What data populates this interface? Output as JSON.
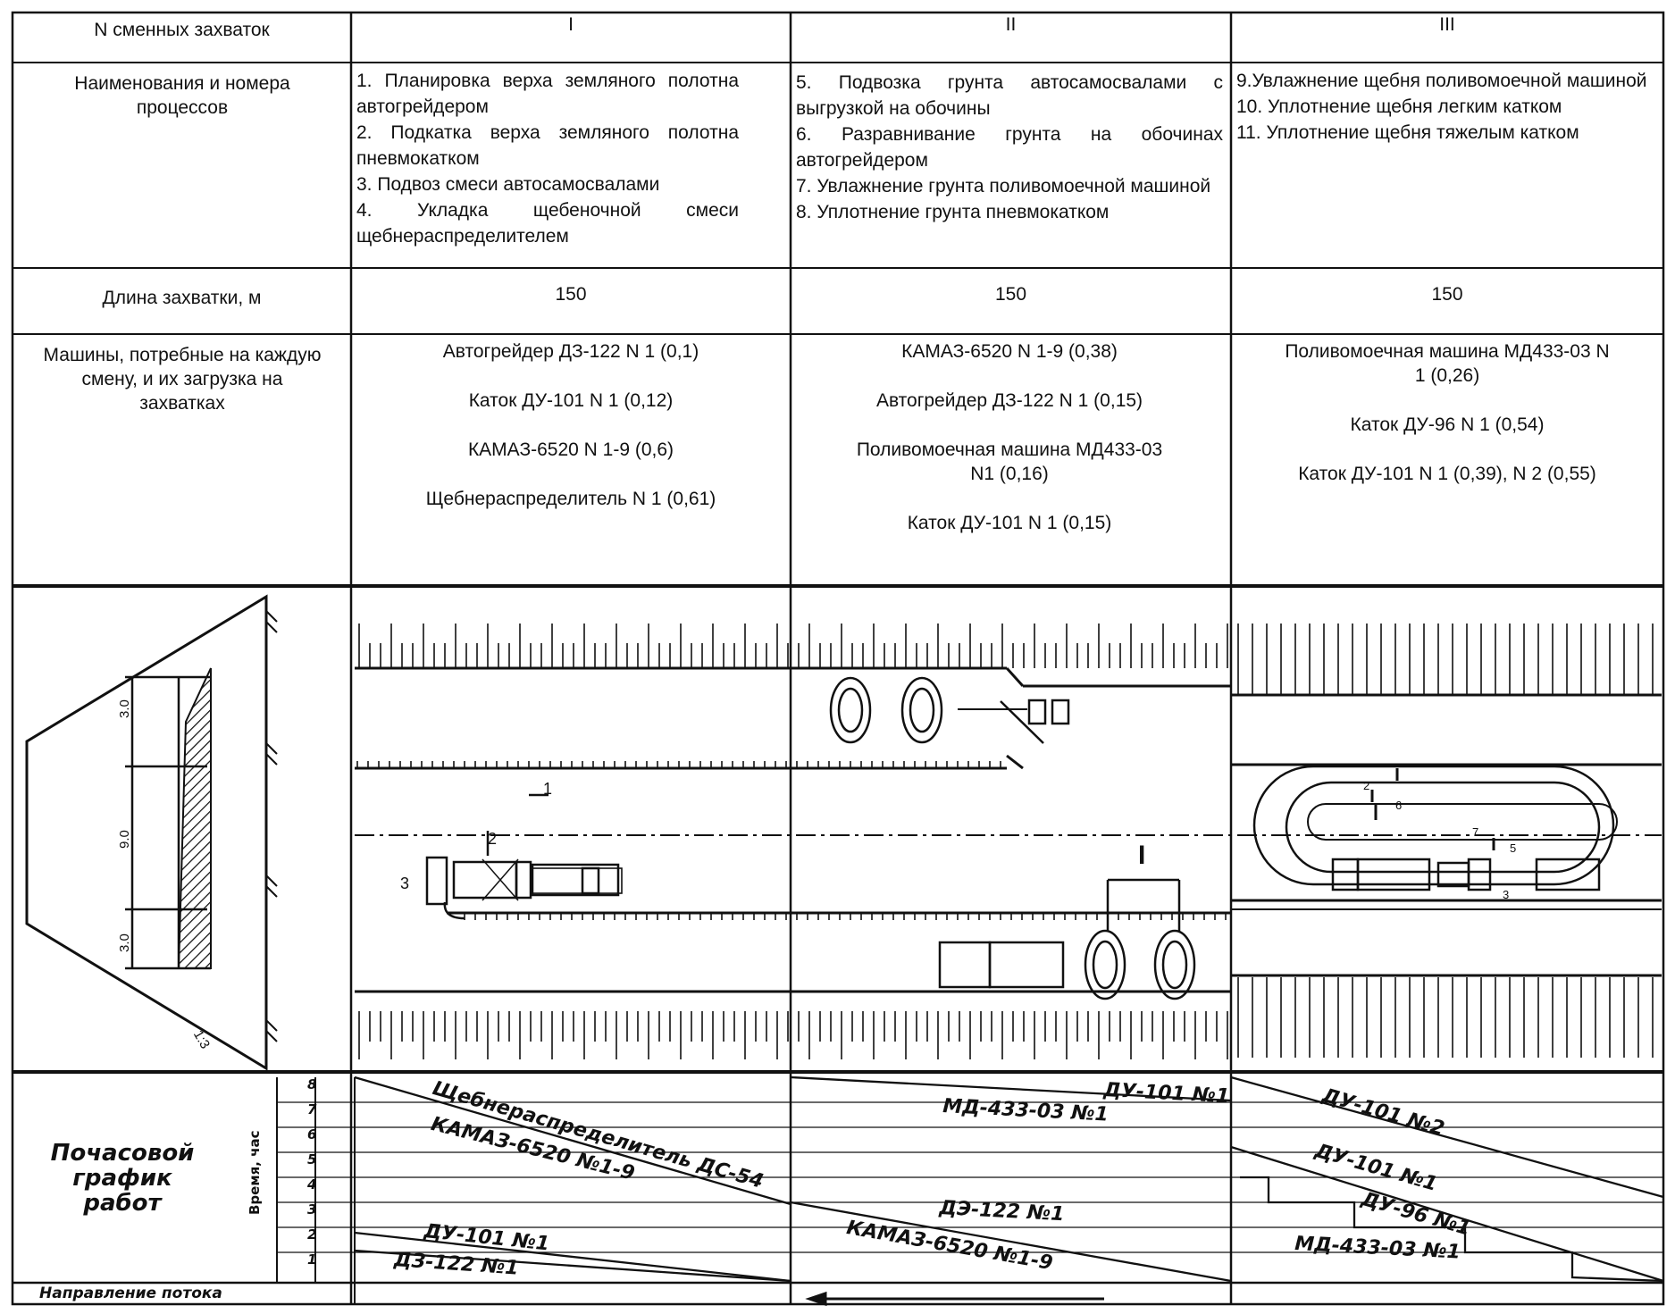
{
  "header": {
    "col0": "N сменных захваток",
    "zones": [
      "I",
      "II",
      "III"
    ]
  },
  "rows": {
    "processes_label": "Наименования и номера процессов",
    "length_label": "Длина захватки, м",
    "machines_label": "Машины, потребные на каждую смену, и их загрузка на захватках"
  },
  "processes": {
    "I": [
      "1. Планировка верха земляного полотна автогрейдером",
      "2. Подкатка верха земляного полотна пневмокатком",
      "3. Подвоз смеси автосамосвалами",
      "4. Укладка щебеночной смеси щебнераспределителем"
    ],
    "II": [
      "5. Подвозка грунта автосамосвалами с выгрузкой на обочины",
      "6. Разравнивание грунта на обочинах автогрейдером",
      "7. Увлажнение грунта поливомоечной машиной",
      "8. Уплотнение грунта пневмокатком"
    ],
    "III": [
      "9.Увлажнение щебня поливомоечной машиной",
      "10. Уплотнение щебня легким катком",
      "11. Уплотнение щебня тяжелым катком"
    ]
  },
  "lengths": [
    "150",
    "150",
    "150"
  ],
  "machines": {
    "I": [
      "Автогрейдер ДЗ-122 N 1 (0,1)",
      "Каток ДУ-101 N 1 (0,12)",
      "КАМАЗ-6520 N 1-9 (0,6)",
      "Щебнераспределитель N 1 (0,61)"
    ],
    "II": [
      "КАМАЗ-6520 N 1-9 (0,38)",
      "Автогрейдер ДЗ-122 N 1 (0,15)",
      "Поливомоечная машина МД433-03 N1 (0,16)",
      "Каток ДУ-101 N 1 (0,15)"
    ],
    "III": [
      "Поливомоечная машина МД433-03 N 1 (0,26)",
      "Каток ДУ-96 N 1 (0,54)",
      "Каток ДУ-101 N 1 (0,39), N 2 (0,55)"
    ]
  },
  "cross_section": {
    "dims": [
      "3.0",
      "9.0",
      "3.0"
    ],
    "slope": "1:3"
  },
  "scheme_labels": {
    "I": [
      "1",
      "2",
      "3"
    ],
    "II": [
      "I"
    ],
    "III": [
      "2",
      "6",
      "7",
      "5",
      "3"
    ]
  },
  "schedule": {
    "title_lines": [
      "Почасовой",
      "график",
      "работ"
    ],
    "axis_label": "Время, час",
    "hours": [
      "8",
      "7",
      "6",
      "5",
      "4",
      "3",
      "2",
      "1"
    ],
    "I": [
      "Щебнераспределитель ДС-54",
      "КАМАЗ-6520 №1-9",
      "ДУ-101 №1",
      "ДЗ-122 №1"
    ],
    "II": [
      "ДУ-101 №1",
      "МД-433-03 №1",
      "ДЭ-122 №1",
      "КАМАЗ-6520 №1-9"
    ],
    "III": [
      "ДУ-101 №2",
      "ДУ-101 №1",
      "ДУ-96 №1",
      "МД-433-03 №1"
    ]
  },
  "flow_label": "Направление потока"
}
